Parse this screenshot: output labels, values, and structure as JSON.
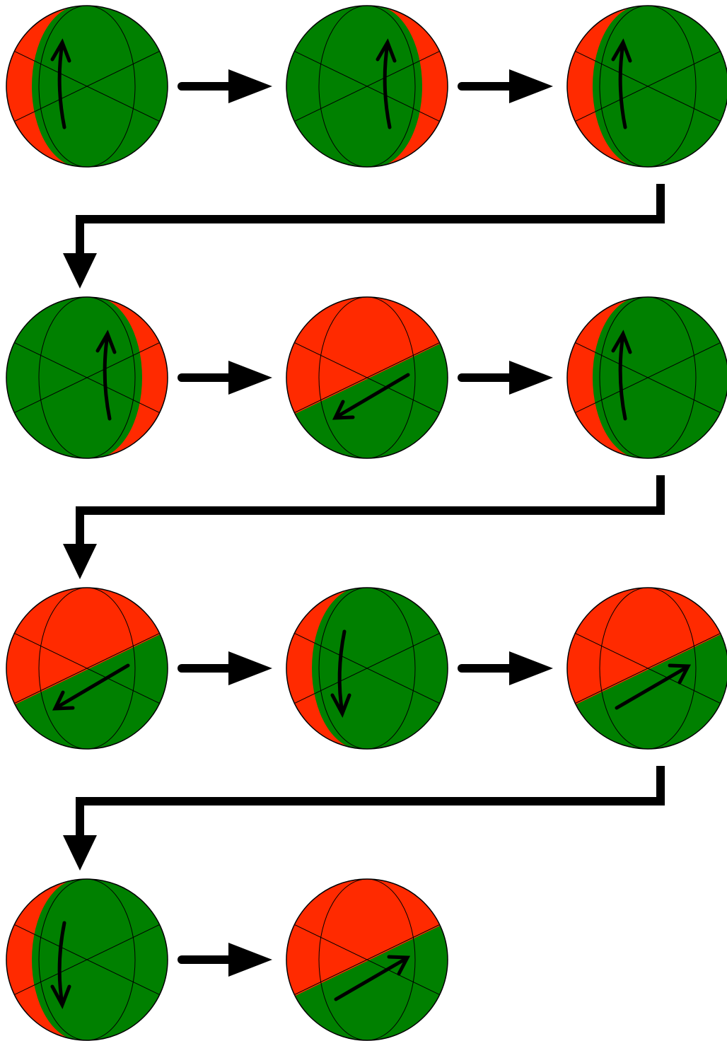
{
  "colors": {
    "red": "#ff2a00",
    "green": "#008000",
    "line": "#000000",
    "background": "#ffffff"
  },
  "spheres": [
    {
      "state": "red-left-crescent",
      "spin_arrow": "curved-up"
    },
    {
      "state": "red-right-crescent",
      "spin_arrow": "curved-up"
    },
    {
      "state": "red-left-crescent",
      "spin_arrow": "curved-up"
    },
    {
      "state": "red-right-crescent",
      "spin_arrow": "curved-up"
    },
    {
      "state": "red-top-half",
      "spin_arrow": "diagonal-down-left"
    },
    {
      "state": "red-left-crescent",
      "spin_arrow": "curved-up"
    },
    {
      "state": "red-top-half",
      "spin_arrow": "diagonal-down-left"
    },
    {
      "state": "red-left-crescent",
      "spin_arrow": "curved-down"
    },
    {
      "state": "red-top-half",
      "spin_arrow": "diagonal-up-right"
    },
    {
      "state": "red-left-crescent",
      "spin_arrow": "curved-down"
    },
    {
      "state": "red-top-half",
      "spin_arrow": "diagonal-up-right"
    }
  ]
}
